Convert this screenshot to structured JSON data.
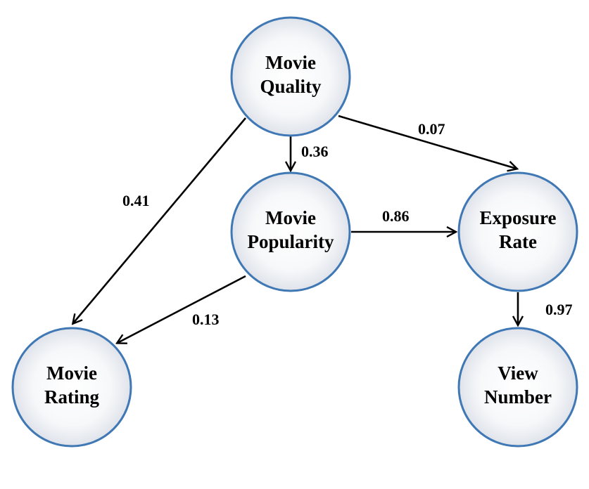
{
  "nodes": [
    {
      "id": "quality",
      "lines": [
        "Movie",
        "Quality"
      ]
    },
    {
      "id": "popularity",
      "lines": [
        "Movie",
        "Popularity"
      ]
    },
    {
      "id": "exposure",
      "lines": [
        "Exposure",
        "Rate"
      ]
    },
    {
      "id": "rating",
      "lines": [
        "Movie",
        "Rating"
      ]
    },
    {
      "id": "view",
      "lines": [
        "View",
        "Number"
      ]
    }
  ],
  "edges": [
    {
      "from": "quality",
      "to": "popularity",
      "weight": "0.36"
    },
    {
      "from": "quality",
      "to": "exposure",
      "weight": "0.07"
    },
    {
      "from": "quality",
      "to": "rating",
      "weight": "0.41"
    },
    {
      "from": "popularity",
      "to": "exposure",
      "weight": "0.86"
    },
    {
      "from": "popularity",
      "to": "rating",
      "weight": "0.13"
    },
    {
      "from": "exposure",
      "to": "view",
      "weight": "0.97"
    }
  ],
  "colors": {
    "node_border": "#3f78b4",
    "node_fill_edge": "#dfe3ea",
    "node_fill_center": "#ffffff",
    "arrow": "#000000"
  }
}
